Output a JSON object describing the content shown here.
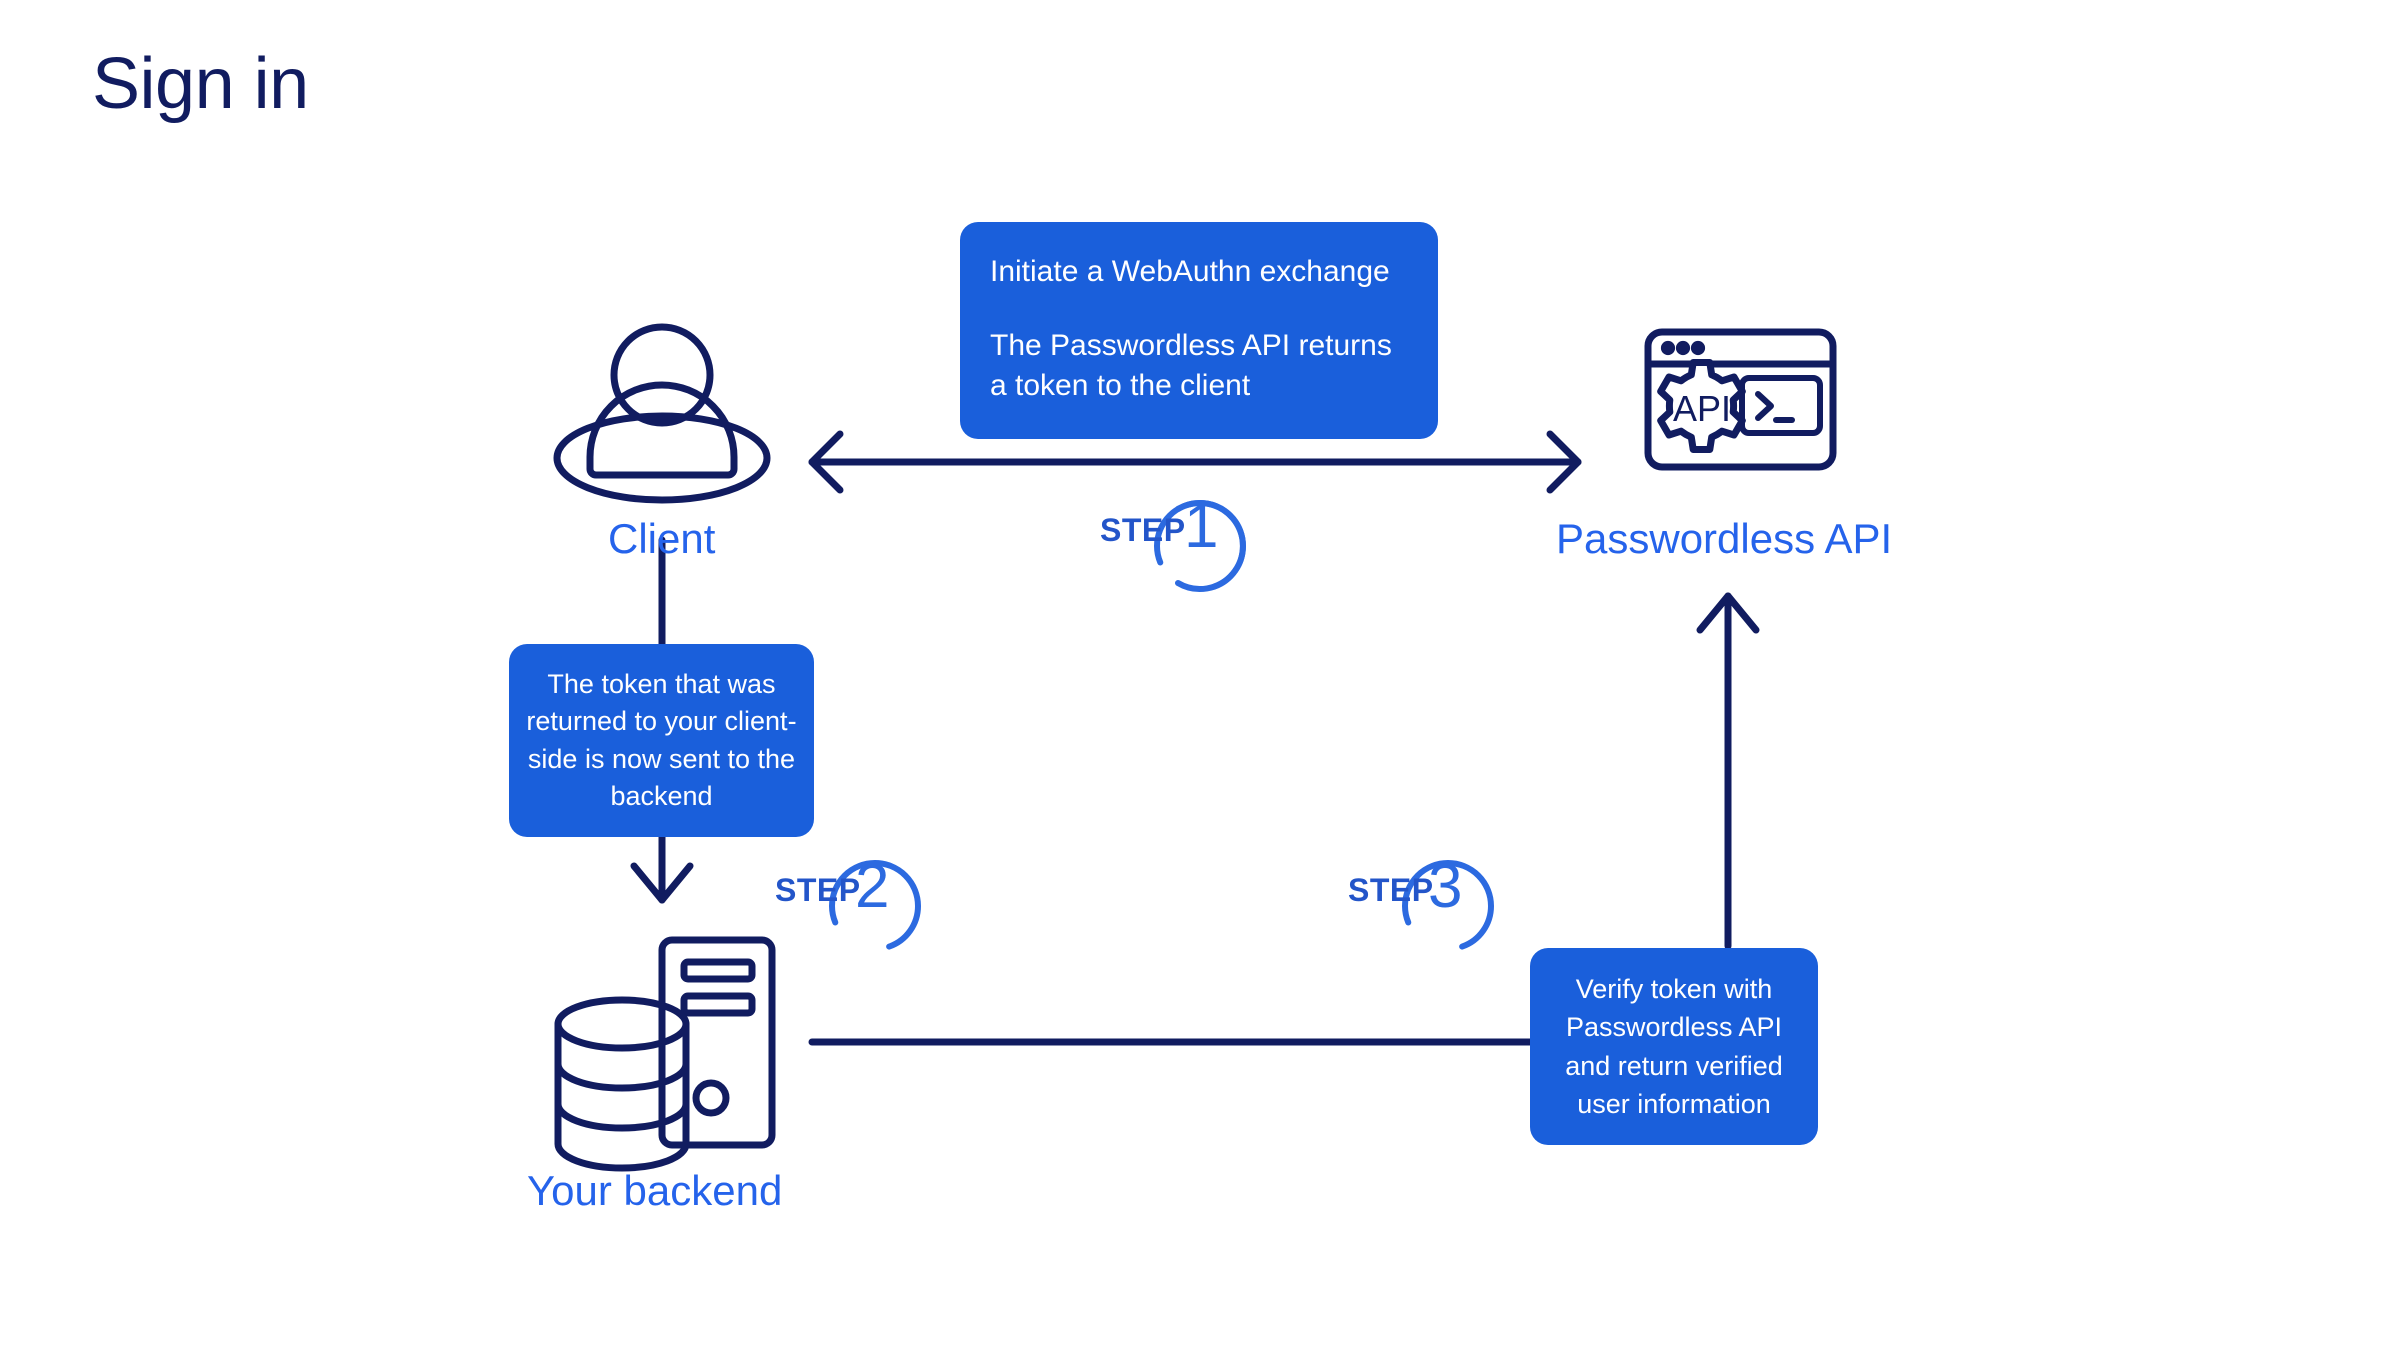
{
  "page": {
    "title": "Sign in",
    "background": "#ffffff",
    "navy": "#111c60",
    "blue_accent": "#2563eb",
    "callout_blue": "#1a5fdb"
  },
  "nodes": [
    {
      "id": "client",
      "label": "Client",
      "icon": "user-icon"
    },
    {
      "id": "api",
      "label": "Passwordless API",
      "icon": "api-terminal-icon",
      "gear_text": "API"
    },
    {
      "id": "backend",
      "label": "Your backend",
      "icon": "database-server-icon"
    }
  ],
  "callouts": [
    {
      "id": "callout-1",
      "lines": [
        "Initiate a WebAuthn exchange",
        "The Passwordless API returns a token to the client"
      ]
    },
    {
      "id": "callout-2",
      "lines": [
        "The token that was returned to your client-side is now sent to the backend"
      ]
    },
    {
      "id": "callout-3",
      "lines": [
        "Verify token with Passwordless API and return verified user information"
      ]
    }
  ],
  "steps": [
    {
      "id": "step-1",
      "word": "STEP",
      "number": "1"
    },
    {
      "id": "step-2",
      "word": "STEP",
      "number": "2"
    },
    {
      "id": "step-3",
      "word": "STEP",
      "number": "3"
    }
  ],
  "connectors": [
    {
      "id": "client-api-bidirectional",
      "from": "client",
      "to": "api",
      "arrow": "both"
    },
    {
      "id": "client-backend",
      "from": "client",
      "to": "backend",
      "arrow": "down"
    },
    {
      "id": "backend-callout3",
      "from": "backend",
      "to": "callout-3",
      "arrow": "none"
    },
    {
      "id": "callout3-api",
      "from": "callout-3",
      "to": "api",
      "arrow": "up"
    }
  ]
}
